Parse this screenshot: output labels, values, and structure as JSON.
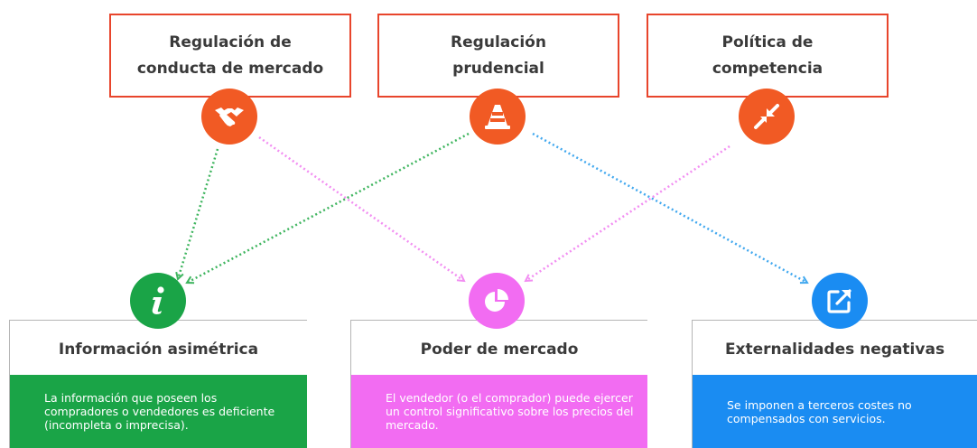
{
  "regulations": [
    {
      "title": "Regulación de conducta de mercado",
      "icon": "handshake-icon"
    },
    {
      "title": "Regulación prudencial",
      "icon": "traffic-cone-icon"
    },
    {
      "title": "Política de competencia",
      "icon": "compress-arrows-icon"
    }
  ],
  "failures": [
    {
      "title": "Información asimétrica",
      "description": "La información que poseen los compradores o vendedores es deficiente (incompleta o imprecisa).",
      "icon": "info-icon",
      "color": "#1aa447"
    },
    {
      "title": "Poder de mercado",
      "description": "El vendedor (o el comprador) puede ejercer un control significativo sobre los precios del mercado.",
      "icon": "pie-chart-icon",
      "color": "#f26cf2"
    },
    {
      "title": "Externalidades negativas",
      "description": "Se imponen a terceros costes no compensados con servicios.",
      "icon": "external-link-icon",
      "color": "#1a8cf2"
    }
  ],
  "colors": {
    "regulation_border": "#e8452c",
    "regulation_icon": "#f15a24",
    "arrow_green": "#3fb55f",
    "arrow_pink": "#f28ef2",
    "arrow_blue": "#41a8ef"
  }
}
